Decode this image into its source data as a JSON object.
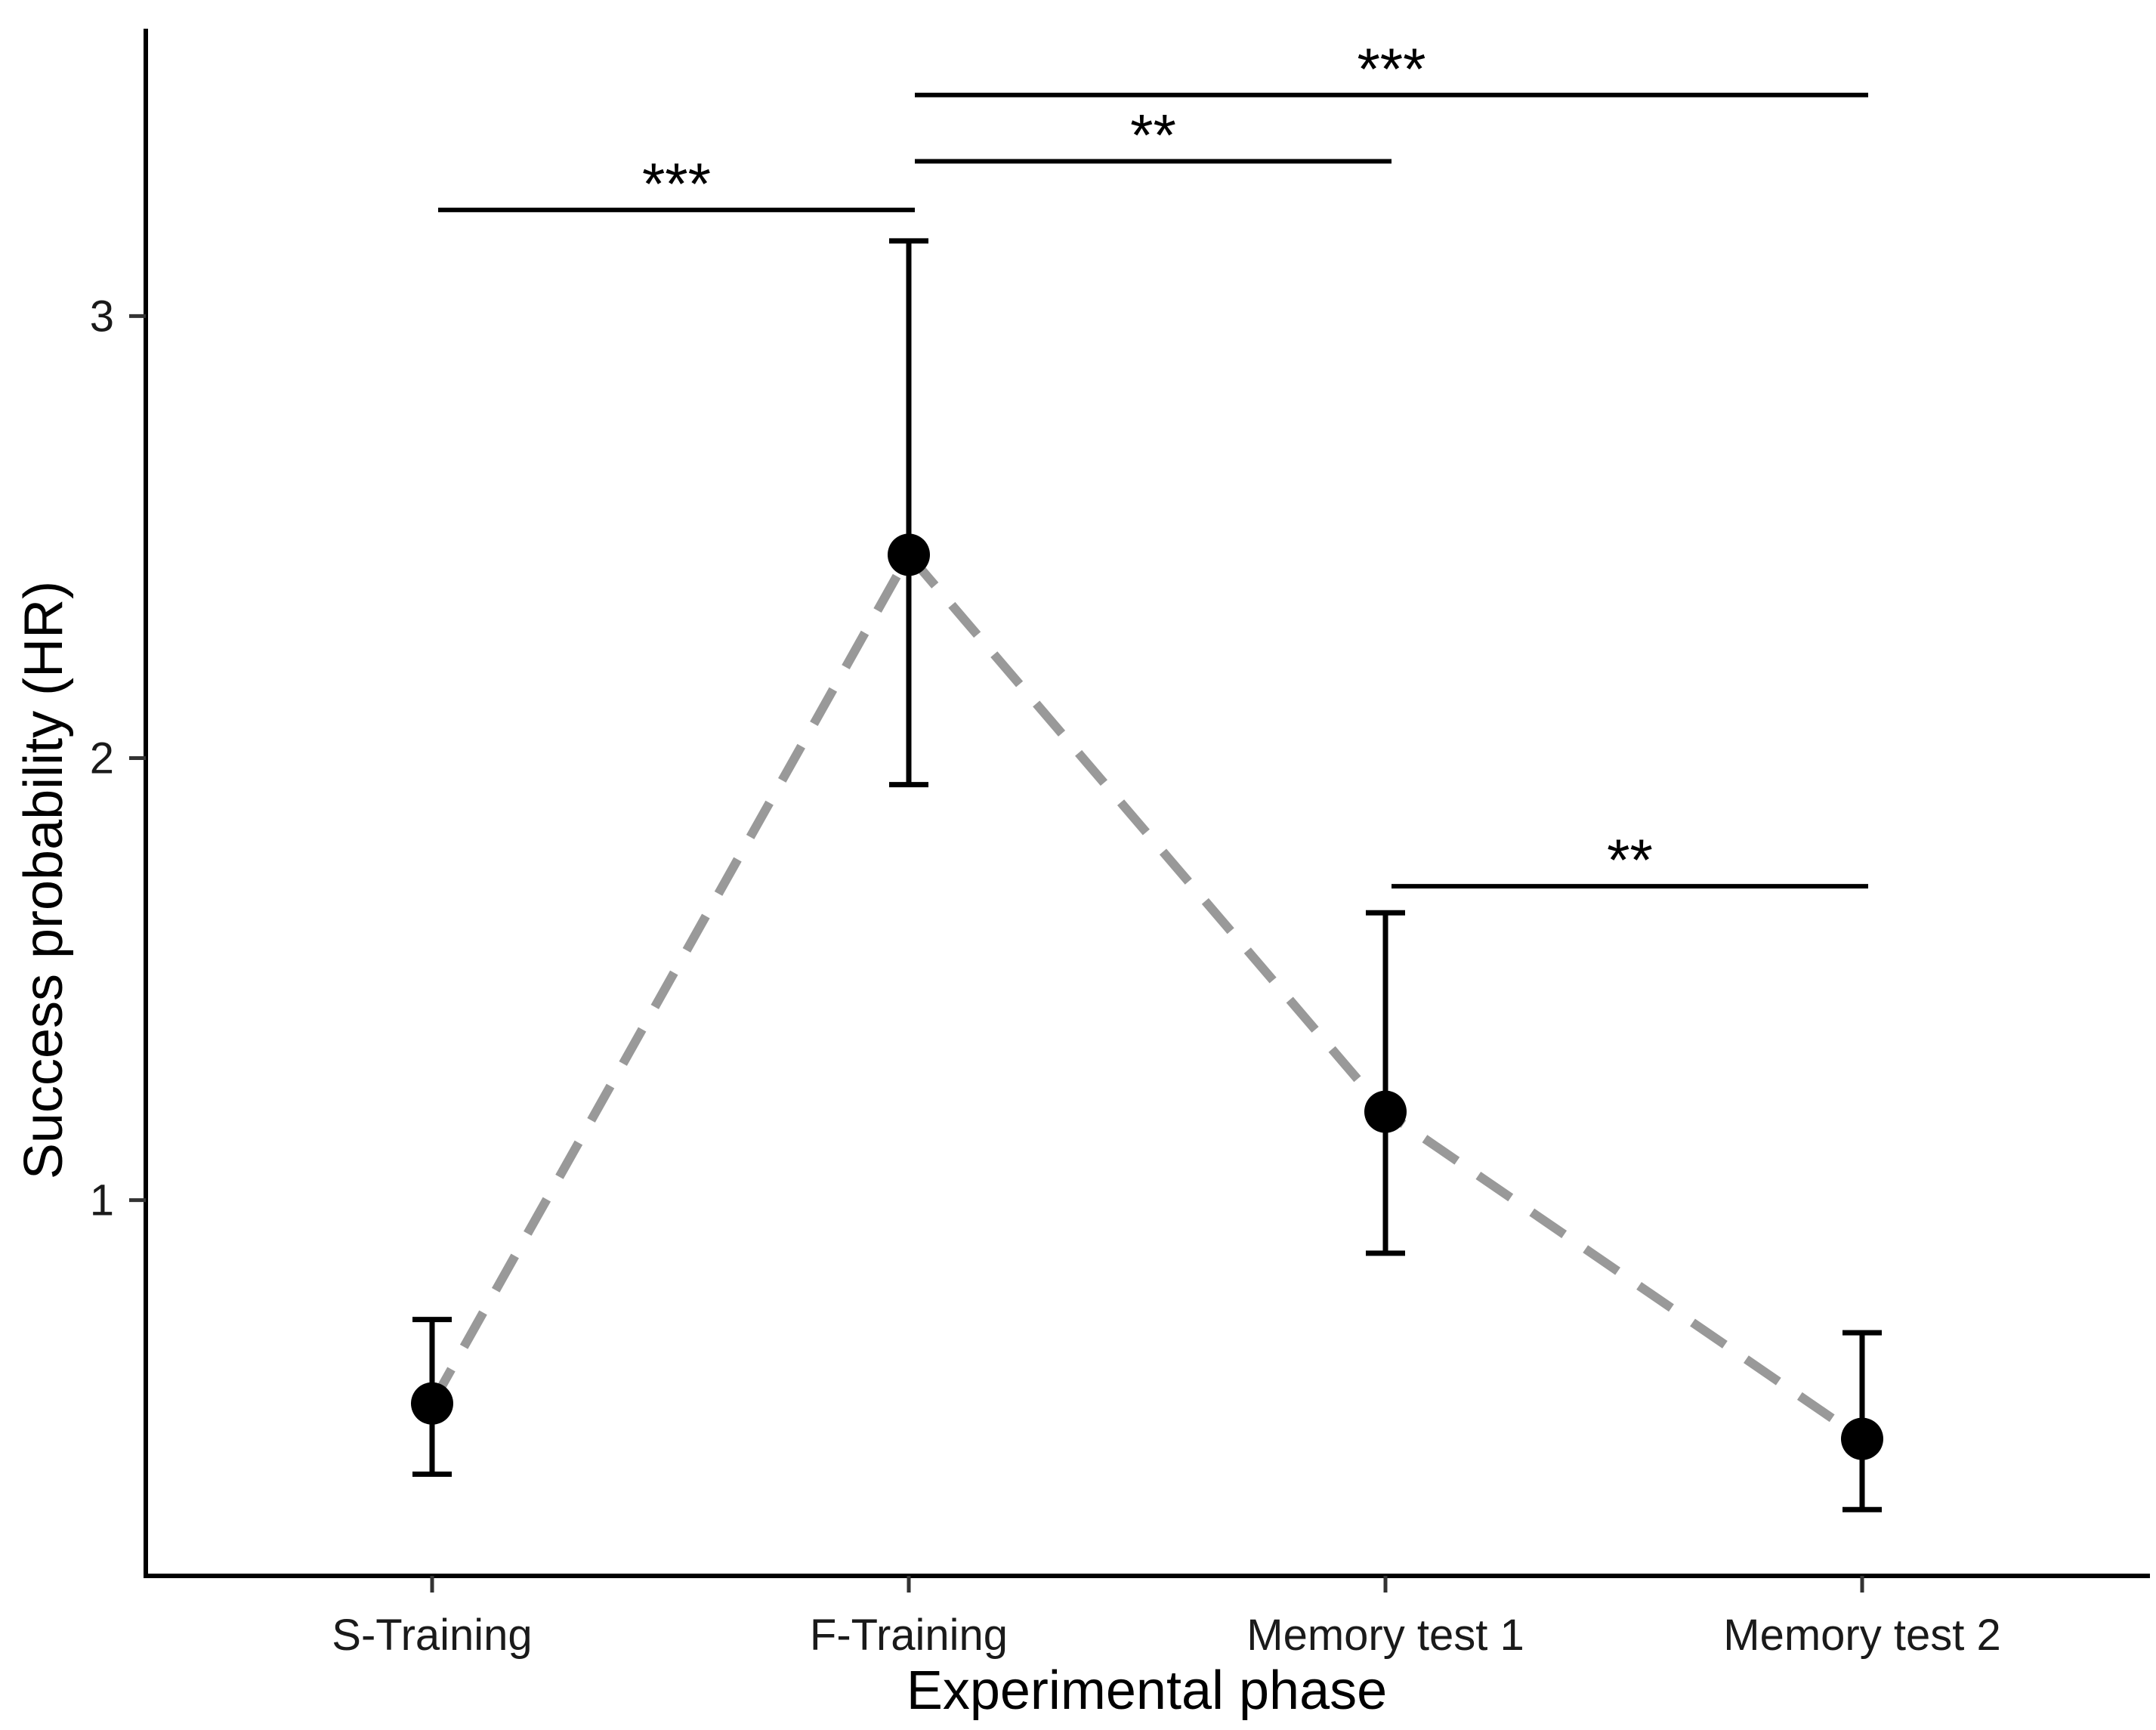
{
  "chart_data": {
    "type": "line",
    "xlabel": "Experimental phase",
    "ylabel": "Success probability (HR)",
    "categories": [
      "S-Training",
      "F-Training",
      "Memory test 1",
      "Memory test 2"
    ],
    "values": [
      0.54,
      2.46,
      1.2,
      0.46
    ],
    "error_low": [
      0.38,
      1.94,
      0.88,
      0.3
    ],
    "error_high": [
      0.73,
      3.17,
      1.65,
      0.7
    ],
    "y_ticks": [
      1,
      2,
      3
    ],
    "y_tick_labels": [
      "1",
      "2",
      "3"
    ],
    "ylim": [
      0.15,
      3.65
    ],
    "line_style": "dashed",
    "line_color": "#999999",
    "point_color": "#000000",
    "grid": false,
    "legend": "none",
    "significance": [
      {
        "from": 0,
        "to": 1,
        "y": 3.24,
        "label": "***"
      },
      {
        "from": 1,
        "to": 2,
        "y": 3.35,
        "label": "**"
      },
      {
        "from": 1,
        "to": 3,
        "y": 3.5,
        "label": "***"
      },
      {
        "from": 2,
        "to": 3,
        "y": 1.71,
        "label": "**"
      }
    ]
  }
}
